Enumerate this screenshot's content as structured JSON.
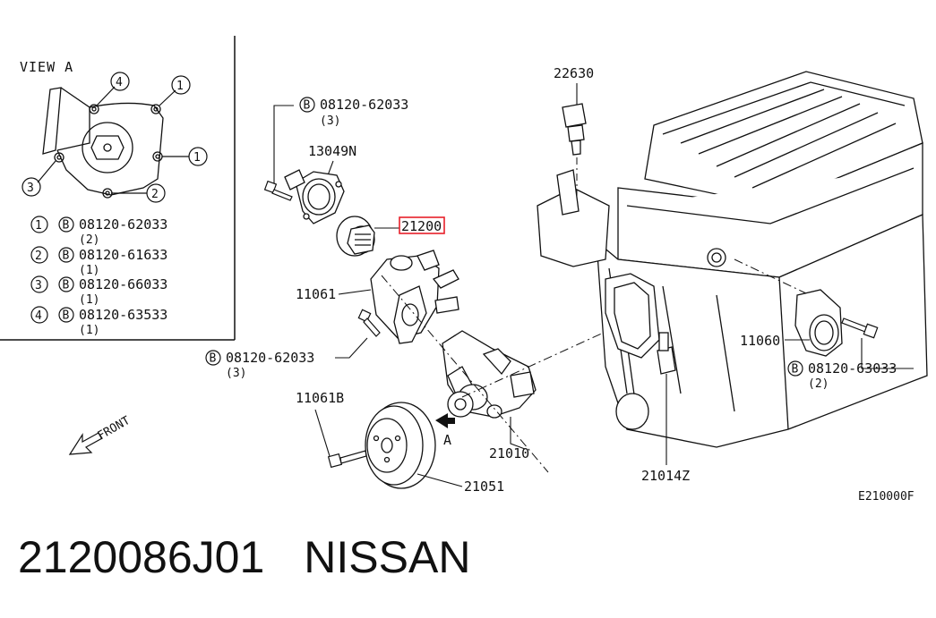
{
  "view_a": {
    "title": "VIEW A",
    "callouts": [
      "1",
      "2",
      "3",
      "4",
      "1"
    ],
    "legend": [
      {
        "num": "1",
        "bolt_mark": "B",
        "part": "08120-62033",
        "qty": "(2)"
      },
      {
        "num": "2",
        "bolt_mark": "B",
        "part": "08120-61633",
        "qty": "(1)"
      },
      {
        "num": "3",
        "bolt_mark": "B",
        "part": "08120-66033",
        "qty": "(1)"
      },
      {
        "num": "4",
        "bolt_mark": "B",
        "part": "08120-63533",
        "qty": "(1)"
      }
    ]
  },
  "parts": {
    "bolt_top": {
      "mark": "B",
      "part": "08120-62033",
      "qty": "(3)"
    },
    "housing": "13049N",
    "thermostat": "21200",
    "water_inlet": "11061",
    "bolt_mid": {
      "mark": "B",
      "part": "08120-62033",
      "qty": "(3)"
    },
    "bolt_small": "11061B",
    "pulley": "21051",
    "water_pump": "21010",
    "sensor": "22630",
    "gasket": "21014Z",
    "outlet": "11060",
    "bolt_right": {
      "mark": "B",
      "part": "08120-63033",
      "qty": "(2)"
    },
    "view_marker": "A",
    "front_label": "FRONT"
  },
  "diagram_code": "E210000F",
  "highlight_color": "#e8202a",
  "footer": {
    "part_number": "2120086J01",
    "brand": "NISSAN"
  }
}
